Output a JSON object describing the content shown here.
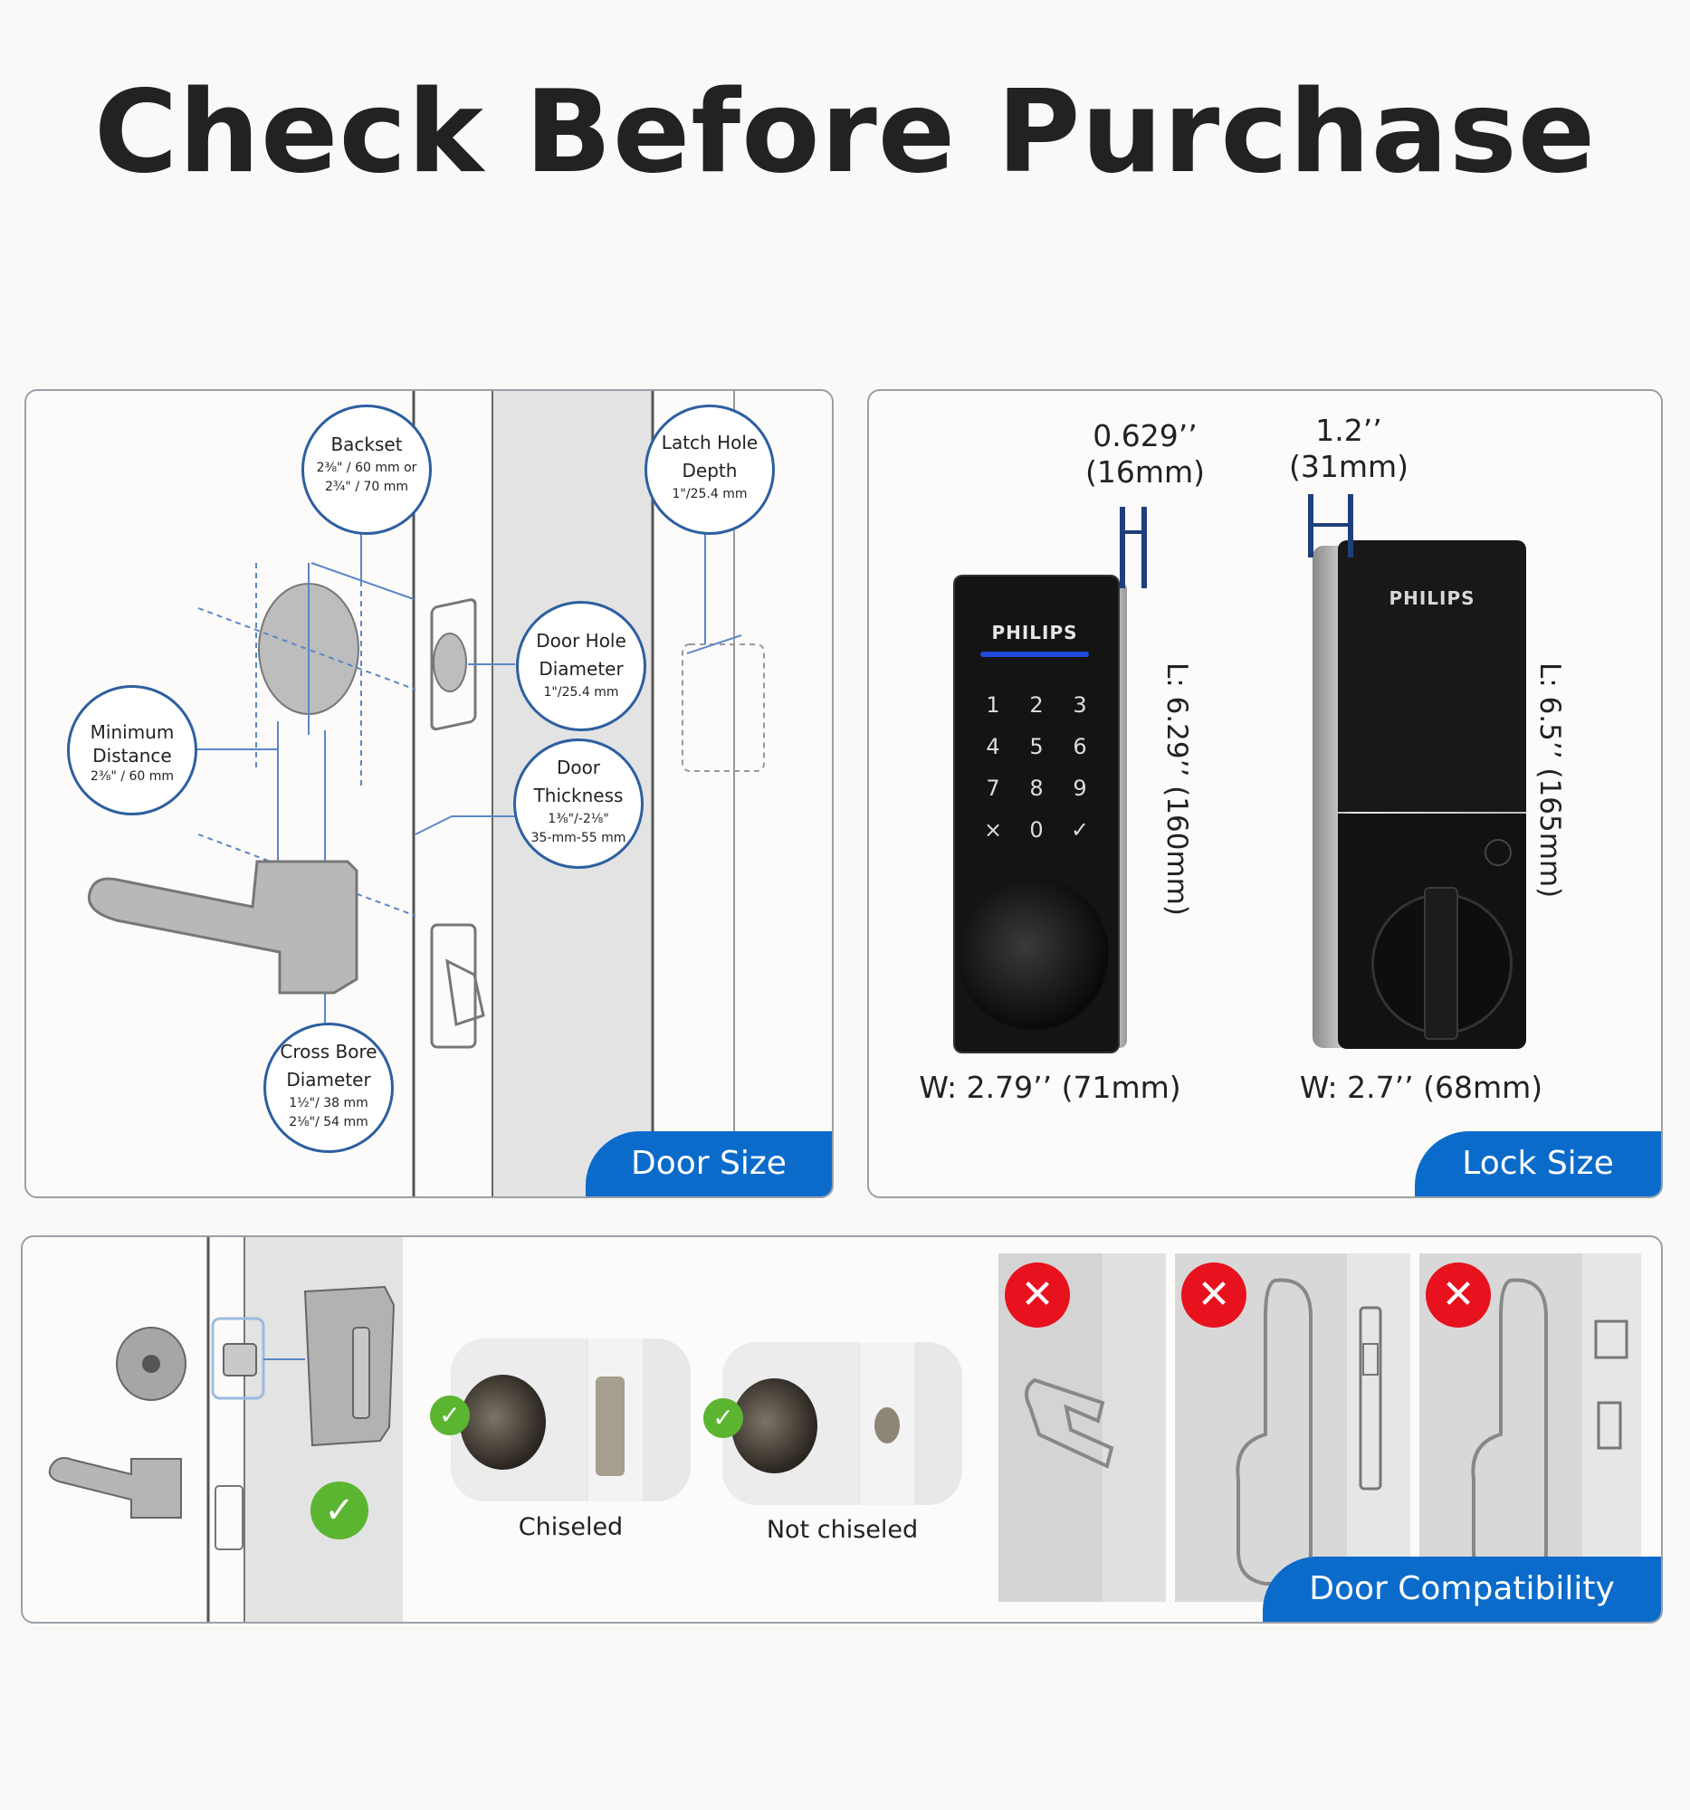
{
  "title": "Check Before Purchase",
  "door_size": {
    "tab_label": "Door Size",
    "backset": {
      "heading": "Backset",
      "line1": "2⅜\" / 60 mm or",
      "line2": "2¾\" / 70 mm"
    },
    "latch_hole_depth": {
      "heading1": "Latch Hole",
      "heading2": "Depth",
      "value": "1\"/25.4 mm"
    },
    "door_hole_diameter": {
      "heading1": "Door Hole",
      "heading2": "Diameter",
      "value": "1\"/25.4 mm"
    },
    "minimum_distance": {
      "heading1": "Minimum",
      "heading2": "Distance",
      "value": "2⅜\" / 60 mm"
    },
    "door_thickness": {
      "heading1": "Door",
      "heading2": "Thickness",
      "line1": "1⅜\"/-2⅛\"",
      "line2": "35-mm-55 mm"
    },
    "cross_bore_diameter": {
      "heading1": "Cross Bore",
      "heading2": "Diameter",
      "line1": "1½\"/ 38 mm",
      "line2": "2⅛\"/ 54 mm"
    }
  },
  "lock_size": {
    "tab_label": "Lock Size",
    "front": {
      "brand": "PHILIPS",
      "thickness_in": "0.629’’",
      "thickness_mm": "(16mm)",
      "length": "L: 6.29’’ (160mm)",
      "width": "W: 2.79’’ (71mm)",
      "keys": [
        "1",
        "2",
        "3",
        "4",
        "5",
        "6",
        "7",
        "8",
        "9",
        "×",
        "0",
        "✓"
      ]
    },
    "back": {
      "brand": "PHILIPS",
      "thickness_in": "1.2’’",
      "thickness_mm": "(31mm)",
      "length": "L: 6.5’’ (165mm)",
      "width": "W: 2.7’’ (68mm)"
    }
  },
  "door_compatibility": {
    "tab_label": "Door Compatibility",
    "chiseled_label": "Chiseled",
    "not_chiseled_label": "Not chiseled",
    "colors": {
      "ok": "#5cb531",
      "bad": "#e8121e",
      "accent": "#0b6bcb"
    }
  }
}
